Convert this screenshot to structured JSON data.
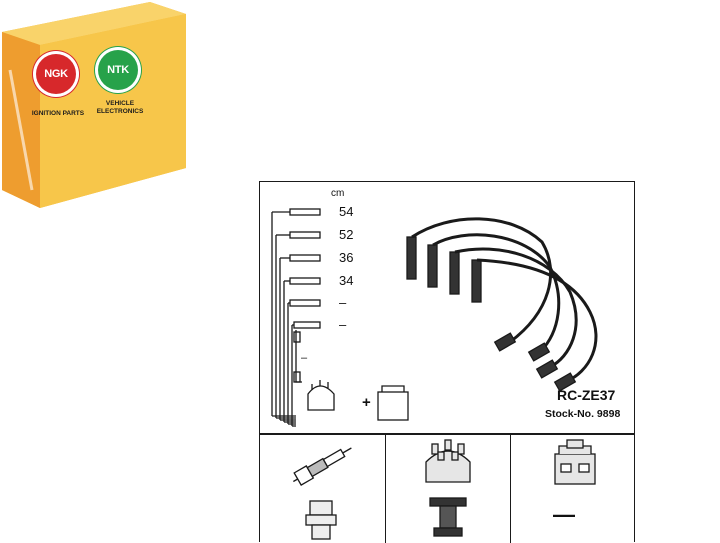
{
  "box": {
    "brand_left": "NGK",
    "brand_right": "NTK",
    "caption_left": "IGNITION PARTS",
    "caption_right": "VEHICLE ELECTRONICS",
    "colors": {
      "box": "#f7c64a",
      "box_side": "#f0b037",
      "ngk": "#d7282b",
      "ntk": "#27a24a"
    }
  },
  "diagram": {
    "unit": "cm",
    "lengths": [
      "54",
      "52",
      "36",
      "34",
      "–",
      "–"
    ],
    "side_length": "–",
    "plus": "+",
    "model": "RC-ZE37",
    "stock": "Stock-No. 9898"
  },
  "parts_table": {
    "coil_plug": "—",
    "icons": [
      "spark-plug-icon",
      "distributor-cap-icon",
      "ignition-coil-icon"
    ]
  }
}
